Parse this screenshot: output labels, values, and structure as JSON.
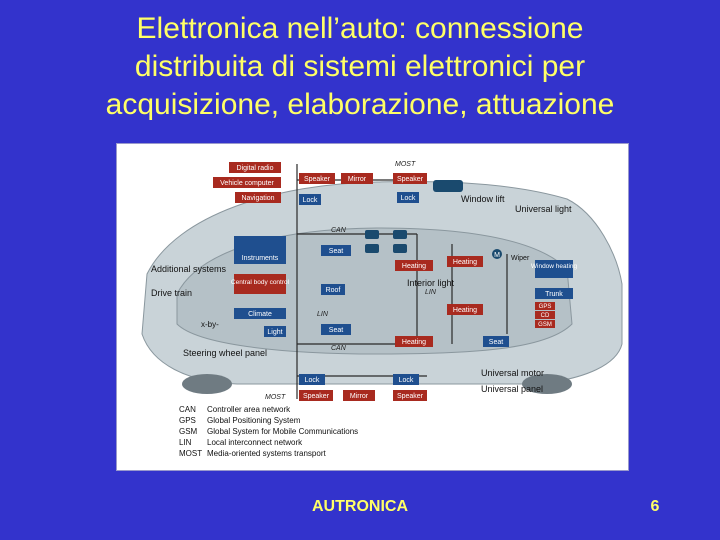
{
  "slide": {
    "title_lines": [
      "Elettronica nell’auto: connessione",
      "distribuita di sistemi elettronici per",
      "acquisizione, elaborazione, attuazione"
    ],
    "footer_center": "AUTRONICA",
    "page_number": "6"
  },
  "figure": {
    "top_boxes": {
      "digital_radio": "Digital radio",
      "vehicle_computer": "Vehicle computer",
      "navigation": "Navigation",
      "speaker_1": "Speaker",
      "mirror_1": "Mirror",
      "speaker_2": "Speaker",
      "lock_1": "Lock",
      "lock_2": "Lock",
      "seat_1": "Seat",
      "heating_1": "Heating",
      "heating_2": "Heating",
      "instruments": "Instruments",
      "central_body_control": "Central body control",
      "roof": "Roof",
      "climate": "Climate",
      "light": "Light",
      "heating_3": "Heating",
      "seat_2": "Seat",
      "heating_4": "Heating",
      "seat_3": "Seat",
      "lock_3": "Lock",
      "lock_4": "Lock",
      "speaker_3": "Speaker",
      "mirror_2": "Mirror",
      "speaker_4": "Speaker",
      "wiper": "Wiper",
      "window_heating": "Window heating",
      "trunk": "Trunk",
      "gps": "GPS",
      "cd": "CD",
      "gsm": "GSM"
    },
    "bus_labels": {
      "most_top": "MOST",
      "can_1": "CAN",
      "lin_1": "LIN",
      "lin_2": "LIN",
      "can_2": "CAN",
      "most_bottom": "MOST"
    },
    "callouts": {
      "window_lift": "Window lift",
      "universal_light": "Universal light",
      "additional_systems": "Additional systems",
      "drive_train": "Drive train",
      "interior_light": "Interior light",
      "xby": "x-by-",
      "steering_wheel_panel": "Steering wheel panel",
      "universal_motor": "Universal motor",
      "universal_panel": "Universal panel"
    },
    "motor_label": "M",
    "legend": [
      {
        "abbr": "CAN",
        "desc": "Controller area network"
      },
      {
        "abbr": "GPS",
        "desc": "Global Positioning System"
      },
      {
        "abbr": "GSM",
        "desc": "Global System for Mobile Communications"
      },
      {
        "abbr": "LIN",
        "desc": "Local interconnect network"
      },
      {
        "abbr": "MOST",
        "desc": "Media-oriented systems transport"
      }
    ],
    "colors": {
      "red_box": "#a82a1f",
      "blue_box": "#1f4f8f",
      "dark_node": "#1a4a6e",
      "car_body": "#c9d3d8"
    }
  }
}
